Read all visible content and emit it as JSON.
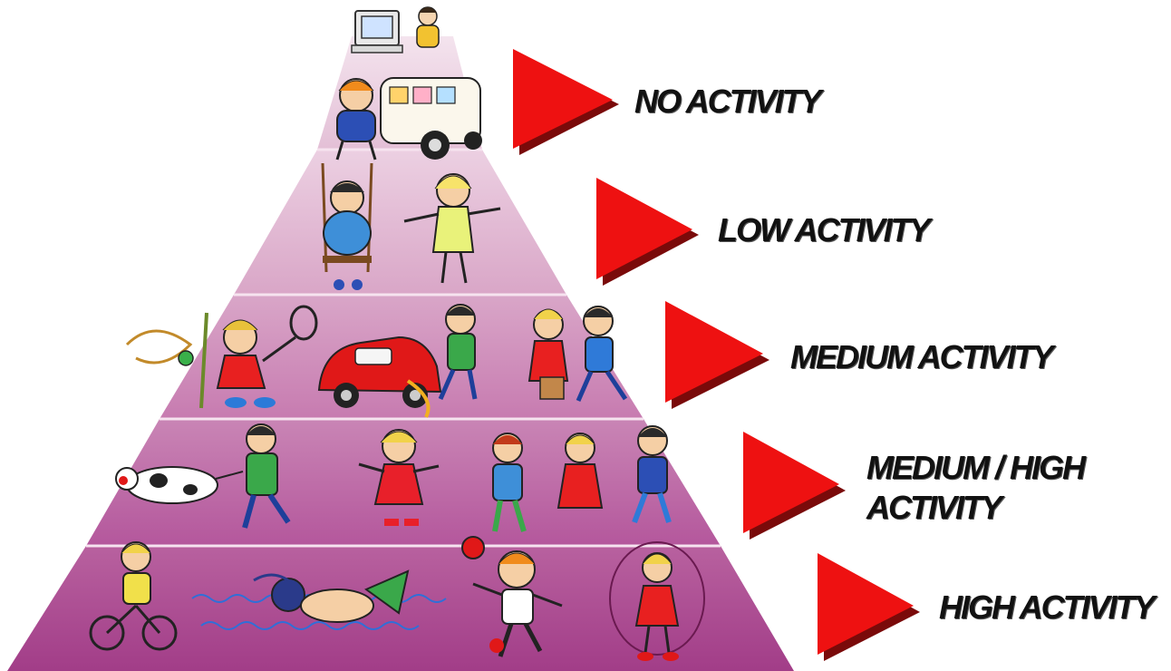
{
  "diagram": {
    "type": "activity-pyramid",
    "colors": {
      "tier_top": "#f8eef5",
      "tier_bottom": "#b03a8f",
      "divider": "#f3d7ea",
      "arrow": "#ee1111",
      "arrow_shadow": "#7a0a0a",
      "label_text": "#111111"
    },
    "tiers": [
      {
        "label": "NO ACTIVITY",
        "scenes": [
          "computer-icon",
          "tv-watching-child-icon",
          "van-icon"
        ]
      },
      {
        "label": "LOW ACTIVITY",
        "scenes": [
          "swing-child-icon",
          "walking-child-icon"
        ]
      },
      {
        "label": "MEDIUM ACTIVITY",
        "scenes": [
          "tennis-child-icon",
          "car-washing-child-icon",
          "children-walking-icon"
        ]
      },
      {
        "label": "MEDIUM / HIGH ACTIVITY",
        "scenes": [
          "dog-walking-child-icon",
          "skating-child-icon",
          "children-playing-icon"
        ]
      },
      {
        "label": "HIGH ACTIVITY",
        "scenes": [
          "biking-child-icon",
          "swimming-child-icon",
          "running-child-icon",
          "jump-rope-child-icon"
        ]
      }
    ]
  }
}
